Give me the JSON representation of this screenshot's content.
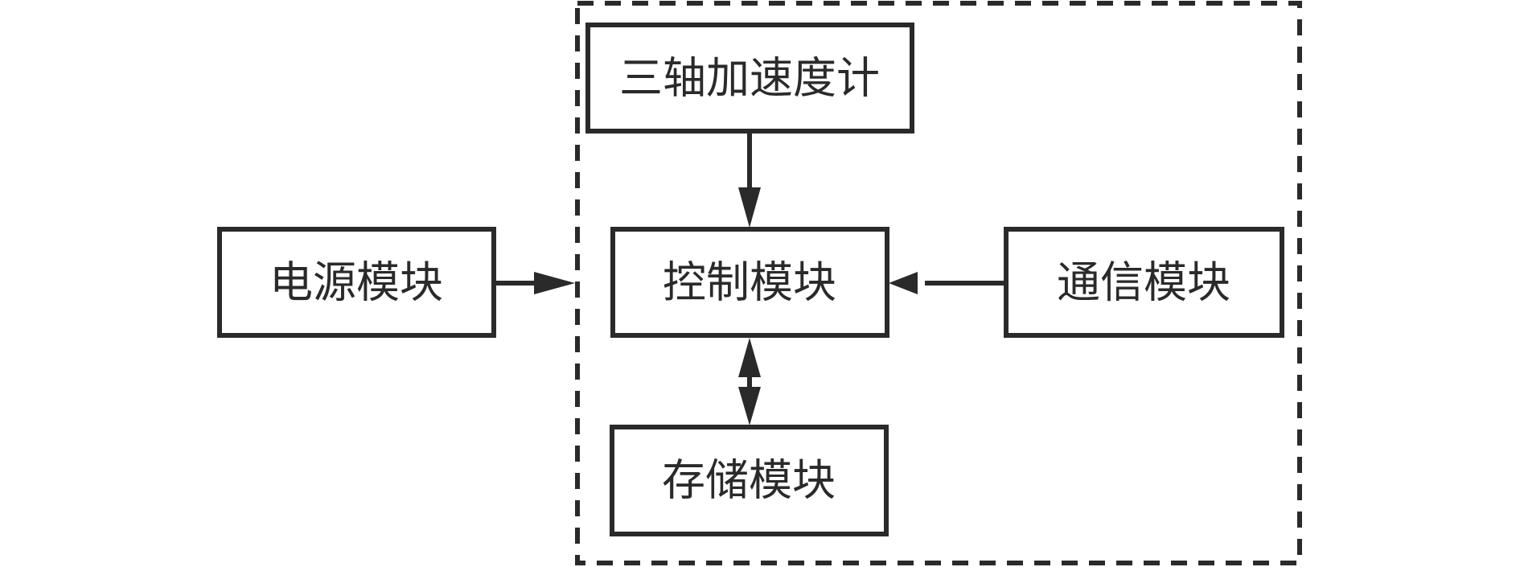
{
  "diagram": {
    "group_label": "",
    "nodes": {
      "accelerometer": "三轴加速度计",
      "power": "电源模块",
      "control": "控制模块",
      "communication": "通信模块",
      "storage": "存储模块"
    },
    "edges": [
      {
        "from": "accelerometer",
        "to": "control",
        "direction": "one-way"
      },
      {
        "from": "power",
        "to": "dashed-group",
        "direction": "one-way"
      },
      {
        "from": "communication",
        "to": "control",
        "direction": "one-way"
      },
      {
        "from": "control",
        "to": "storage",
        "direction": "two-way"
      }
    ],
    "colors": {
      "stroke": "#2a2a2a",
      "background": "#ffffff"
    }
  }
}
